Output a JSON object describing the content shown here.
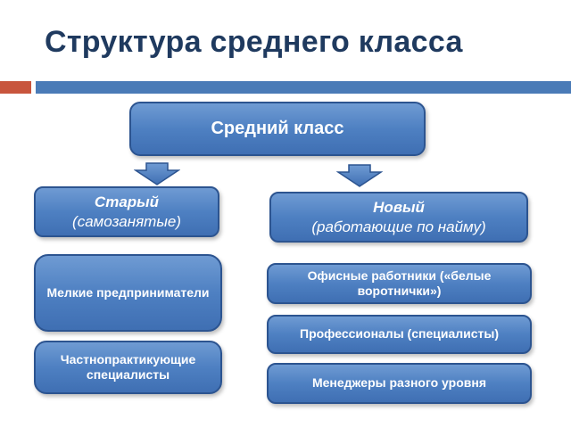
{
  "title": "Структура среднего класса",
  "root": {
    "label": "Средний класс"
  },
  "old": {
    "title": "Старый",
    "subtitle": "(самозанятые)",
    "items": [
      "Мелкие предприниматели",
      "Частнопрактикующие специалисты"
    ]
  },
  "new": {
    "title": "Новый",
    "subtitle": "(работающие по найму)",
    "items": [
      "Офисные работники («белые воротнички»)",
      "Профессионалы (специалисты)",
      "Менеджеры разного уровня"
    ]
  },
  "colors": {
    "title_text": "#1f3a5f",
    "accent_orange": "#c8553d",
    "accent_blue": "#4a7bb7",
    "box_fill": "#4e80c2",
    "box_border": "#2c5490"
  }
}
